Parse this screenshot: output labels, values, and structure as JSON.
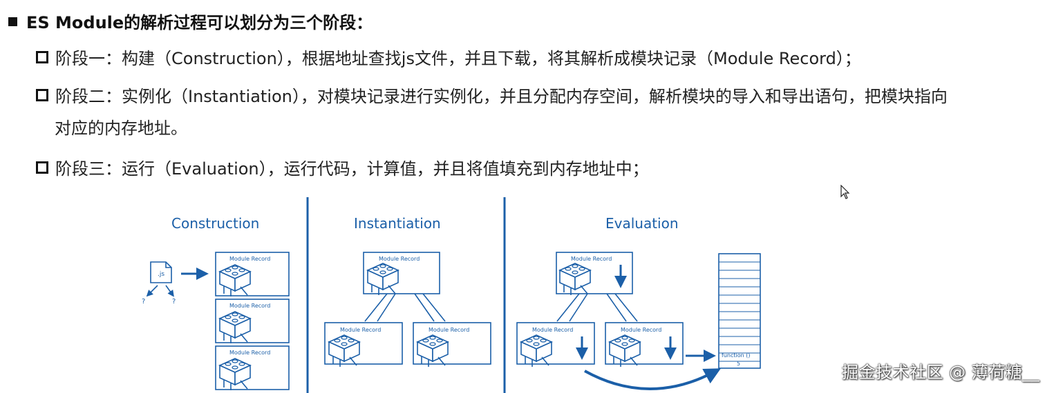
{
  "heading": "ES Module的解析过程可以划分为三个阶段：",
  "stages": [
    {
      "line1": "阶段一：构建（Construction），根据地址查找js文件，并且下载，将其解析成模块记录（Module Record）；",
      "line2": ""
    },
    {
      "line1": "阶段二：实例化（Instantiation），对模块记录进行实例化，并且分配内存空间，解析模块的导入和导出语句，把模块指向",
      "line2": "对应的内存地址。"
    },
    {
      "line1": "阶段三：运行（Evaluation），运行代码，计算值，并且将值填充到内存地址中；",
      "line2": ""
    }
  ],
  "diagram": {
    "titles": {
      "construction": "Construction",
      "instantiation": "Instantiation",
      "evaluation": "Evaluation"
    },
    "record_label": "Module Record",
    "file_label": ".js",
    "question": "?",
    "memory_cell_label": "function ()",
    "memory_cell_value": "5",
    "accent_color": "#1b5fa8"
  },
  "watermark": "掘金技术社区 @ 薄荷糖__"
}
